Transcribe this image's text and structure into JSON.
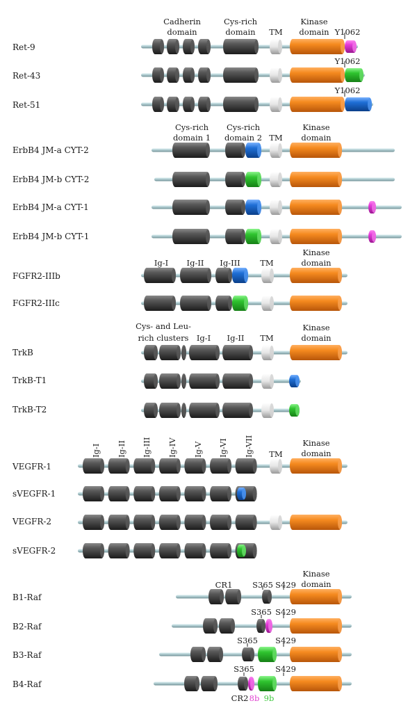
{
  "colors": {
    "linker": "#a9c6cb",
    "dark": "#3a3a3a",
    "tm": "#eeeeee",
    "kinase": "#f07f16",
    "magenta": "#e43ad9",
    "green": "#2fc42f",
    "blue": "#1f6fd6",
    "label_magenta": "#e040d0",
    "label_green": "#3cc83c"
  },
  "rows": [
    {
      "label": "Ret-9"
    },
    {
      "label": "Ret-43"
    },
    {
      "label": "Ret-51"
    },
    {
      "label": "ErbB4 JM-a CYT-2"
    },
    {
      "label": "ErbB4 JM-b CYT-2"
    },
    {
      "label": "ErbB4 JM-a CYT-1"
    },
    {
      "label": "ErbB4 JM-b CYT-1"
    },
    {
      "label": "FGFR2-IIIb"
    },
    {
      "label": "FGFR2-IIIc"
    },
    {
      "label": "TrkB"
    },
    {
      "label": "TrkB-T1"
    },
    {
      "label": "TrkB-T2"
    },
    {
      "label": "VEGFR-1"
    },
    {
      "label": "sVEGFR-1"
    },
    {
      "label": "VEGFR-2"
    },
    {
      "label": "sVEGFR-2"
    },
    {
      "label": "B1-Raf"
    },
    {
      "label": "B2-Raf"
    },
    {
      "label": "B3-Raf"
    },
    {
      "label": "B4-Raf"
    }
  ],
  "labels": {
    "ret_cadherin_1": "Cadherin",
    "ret_cadherin_2": "domain",
    "ret_cys_1": "Cys-rich",
    "ret_cys_2": "domain",
    "ret_tm": "TM",
    "ret_kinase_1": "Kinase",
    "ret_kinase_2": "domain",
    "ret_y1062_a": "Y1062",
    "ret_y1062_b": "Y1062",
    "ret_y1062_c": "Y1062",
    "erbb4_cys1_1": "Cys-rich",
    "erbb4_cys1_2": "domain 1",
    "erbb4_cys2_1": "Cys-rich",
    "erbb4_cys2_2": "domain 2",
    "erbb4_tm": "TM",
    "erbb4_kinase_1": "Kinase",
    "erbb4_kinase_2": "domain",
    "fgfr_igi": "Ig-I",
    "fgfr_igii": "Ig-II",
    "fgfr_igiii": "Ig-III",
    "fgfr_tm": "TM",
    "fgfr_kinase_1": "Kinase",
    "fgfr_kinase_2": "domain",
    "trkb_cys_1": "Cys- and Leu-",
    "trkb_cys_2": "rich clusters",
    "trkb_igi": "Ig-I",
    "trkb_igii": "Ig-II",
    "trkb_tm": "TM",
    "trkb_kinase_1": "Kinase",
    "trkb_kinase_2": "domain",
    "vegfr_ig1": "Ig-I",
    "vegfr_ig2": "Ig-II",
    "vegfr_ig3": "Ig-III",
    "vegfr_ig4": "Ig-IV",
    "vegfr_ig5": "Ig-V",
    "vegfr_ig6": "Ig-VI",
    "vegfr_ig7": "Ig-VII",
    "vegfr_tm": "TM",
    "vegfr_kinase_1": "Kinase",
    "vegfr_kinase_2": "domain",
    "raf_kinase_1": "Kinase",
    "raf_kinase_2": "domain",
    "b1_cr1": "CR1",
    "b1_s365": "S365",
    "b1_s429": "S429",
    "b2_s365": "S365",
    "b2_s429": "S429",
    "b3_s365": "S365",
    "b3_s429": "S429",
    "b4_s365": "S365",
    "b4_s429": "S429",
    "b4_cr2": "CR2",
    "b4_8b": "8b",
    "b4_9b": "9b"
  }
}
